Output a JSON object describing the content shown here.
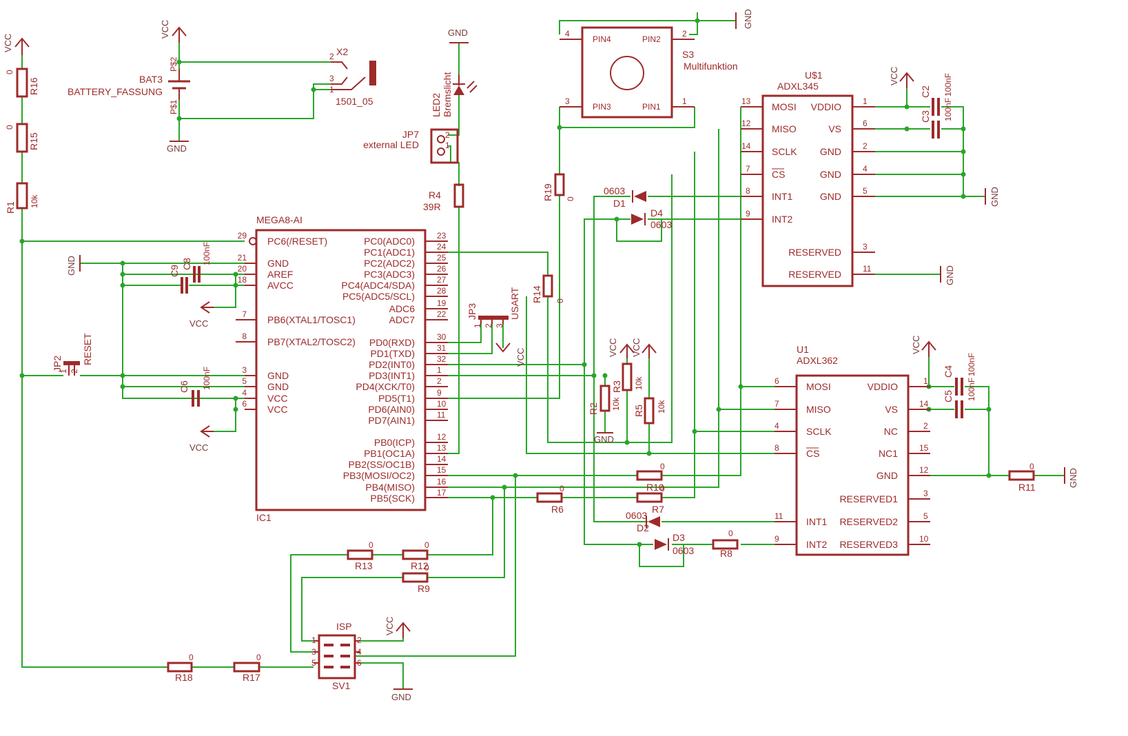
{
  "ic1": {
    "name": "IC1",
    "value": "MEGA8-AI",
    "pins": [
      {
        "num": "29",
        "name": "PC6(/RESET)"
      },
      {
        "num": "21",
        "name": "GND"
      },
      {
        "num": "20",
        "name": "AREF"
      },
      {
        "num": "18",
        "name": "AVCC"
      },
      {
        "num": "7",
        "name": "PB6(XTAL1/TOSC1)"
      },
      {
        "num": "8",
        "name": "PB7(XTAL2/TOSC2)"
      },
      {
        "num": "3",
        "name": "GND"
      },
      {
        "num": "5",
        "name": "GND"
      },
      {
        "num": "4",
        "name": "VCC"
      },
      {
        "num": "6",
        "name": "VCC"
      },
      {
        "num": "23",
        "name": "PC0(ADC0)"
      },
      {
        "num": "24",
        "name": "PC1(ADC1)"
      },
      {
        "num": "25",
        "name": "PC2(ADC2)"
      },
      {
        "num": "26",
        "name": "PC3(ADC3)"
      },
      {
        "num": "27",
        "name": "PC4(ADC4/SDA)"
      },
      {
        "num": "28",
        "name": "PC5(ADC5/SCL)"
      },
      {
        "num": "19",
        "name": "ADC6"
      },
      {
        "num": "22",
        "name": "ADC7"
      },
      {
        "num": "30",
        "name": "PD0(RXD)"
      },
      {
        "num": "31",
        "name": "PD1(TXD)"
      },
      {
        "num": "32",
        "name": "PD2(INT0)"
      },
      {
        "num": "1",
        "name": "PD3(INT1)"
      },
      {
        "num": "2",
        "name": "PD4(XCK/T0)"
      },
      {
        "num": "9",
        "name": "PD5(T1)"
      },
      {
        "num": "10",
        "name": "PD6(AIN0)"
      },
      {
        "num": "11",
        "name": "PD7(AIN1)"
      },
      {
        "num": "12",
        "name": "PB0(ICP)"
      },
      {
        "num": "13",
        "name": "PB1(OC1A)"
      },
      {
        "num": "14",
        "name": "PB2(SS/OC1B)"
      },
      {
        "num": "15",
        "name": "PB3(MOSI/OC2)"
      },
      {
        "num": "16",
        "name": "PB4(MISO)"
      },
      {
        "num": "17",
        "name": "PB5(SCK)"
      }
    ]
  },
  "u1": {
    "name": "U$1",
    "value": "ADXL345",
    "pins": [
      {
        "num": "13",
        "name": "MOSI"
      },
      {
        "num": "12",
        "name": "MISO"
      },
      {
        "num": "14",
        "name": "SCLK"
      },
      {
        "num": "7",
        "name": "CS"
      },
      {
        "num": "8",
        "name": "INT1"
      },
      {
        "num": "9",
        "name": "INT2"
      },
      {
        "num": "1",
        "name": "VDDIO"
      },
      {
        "num": "6",
        "name": "VS"
      },
      {
        "num": "2",
        "name": "GND"
      },
      {
        "num": "4",
        "name": "GND"
      },
      {
        "num": "5",
        "name": "GND"
      },
      {
        "num": "3",
        "name": "RESERVED"
      },
      {
        "num": "11",
        "name": "RESERVED"
      }
    ]
  },
  "u2": {
    "name": "U1",
    "value": "ADXL362",
    "pins": [
      {
        "num": "6",
        "name": "MOSI"
      },
      {
        "num": "7",
        "name": "MISO"
      },
      {
        "num": "4",
        "name": "SCLK"
      },
      {
        "num": "8",
        "name": "CS"
      },
      {
        "num": "11",
        "name": "INT1"
      },
      {
        "num": "9",
        "name": "INT2"
      },
      {
        "num": "1",
        "name": "VDDIO"
      },
      {
        "num": "14",
        "name": "VS"
      },
      {
        "num": "2",
        "name": "NC"
      },
      {
        "num": "15",
        "name": "NC1"
      },
      {
        "num": "12",
        "name": "GND"
      },
      {
        "num": "3",
        "name": "RESERVED1"
      },
      {
        "num": "5",
        "name": "RESERVED2"
      },
      {
        "num": "10",
        "name": "RESERVED3"
      }
    ]
  },
  "s3": {
    "name": "S3",
    "value": "Multifunktion",
    "pins": [
      {
        "num": "4",
        "name": "PIN4"
      },
      {
        "num": "2",
        "name": "PIN2"
      },
      {
        "num": "3",
        "name": "PIN3"
      },
      {
        "num": "1",
        "name": "PIN1"
      }
    ]
  },
  "isp": {
    "name": "SV1",
    "value": "ISP",
    "pins": [
      "1",
      "2",
      "3",
      "4",
      "5",
      "6"
    ]
  },
  "bat": {
    "name": "BAT3",
    "value": "BATTERY_FASSUNG",
    "p2": "P$2",
    "p1": "P$1"
  },
  "x2": {
    "name": "X2",
    "value": "1501_05",
    "pins": [
      "2",
      "3",
      "1"
    ]
  },
  "led2": {
    "name": "LED2",
    "value": "Bremslicht"
  },
  "jp7": {
    "name": "JP7",
    "value": "external LED",
    "pins": [
      "2",
      "1"
    ]
  },
  "jp2": {
    "name": "JP2",
    "value": "RESET",
    "pins": [
      "1",
      "2"
    ]
  },
  "jp3": {
    "name": "JP3",
    "value": "USART",
    "pins": [
      "1",
      "2",
      "3"
    ]
  },
  "resistors": [
    {
      "name": "R16",
      "value": "0"
    },
    {
      "name": "R15",
      "value": "0"
    },
    {
      "name": "R1",
      "value": "10k"
    },
    {
      "name": "R4",
      "value": "39R"
    },
    {
      "name": "R19",
      "value": "0"
    },
    {
      "name": "R14",
      "value": "0"
    },
    {
      "name": "R2",
      "value": "10k"
    },
    {
      "name": "R3",
      "value": "10k"
    },
    {
      "name": "R5",
      "value": "10k"
    },
    {
      "name": "R10",
      "value": "0"
    },
    {
      "name": "R7",
      "value": "0"
    },
    {
      "name": "R6",
      "value": "0"
    },
    {
      "name": "R8",
      "value": "0"
    },
    {
      "name": "R11",
      "value": "0"
    },
    {
      "name": "R13",
      "value": "0"
    },
    {
      "name": "R12",
      "value": "0"
    },
    {
      "name": "R9",
      "value": "0"
    },
    {
      "name": "R18",
      "value": "0"
    },
    {
      "name": "R17",
      "value": "0"
    }
  ],
  "capacitors": [
    {
      "name": "C8",
      "value": "100nF"
    },
    {
      "name": "C9",
      "value": ""
    },
    {
      "name": "C6",
      "value": "100nF"
    },
    {
      "name": "C2",
      "value": "100nF"
    },
    {
      "name": "C3",
      "value": "100nF"
    },
    {
      "name": "C4",
      "value": "100nF"
    },
    {
      "name": "C5",
      "value": "100nF"
    }
  ],
  "diodes": [
    {
      "name": "D1",
      "value": "0603"
    },
    {
      "name": "D4",
      "value": "0603"
    },
    {
      "name": "D2",
      "value": "0603"
    },
    {
      "name": "D3",
      "value": "0603"
    }
  ],
  "supplies": {
    "vcc": "VCC",
    "gnd": "GND"
  }
}
